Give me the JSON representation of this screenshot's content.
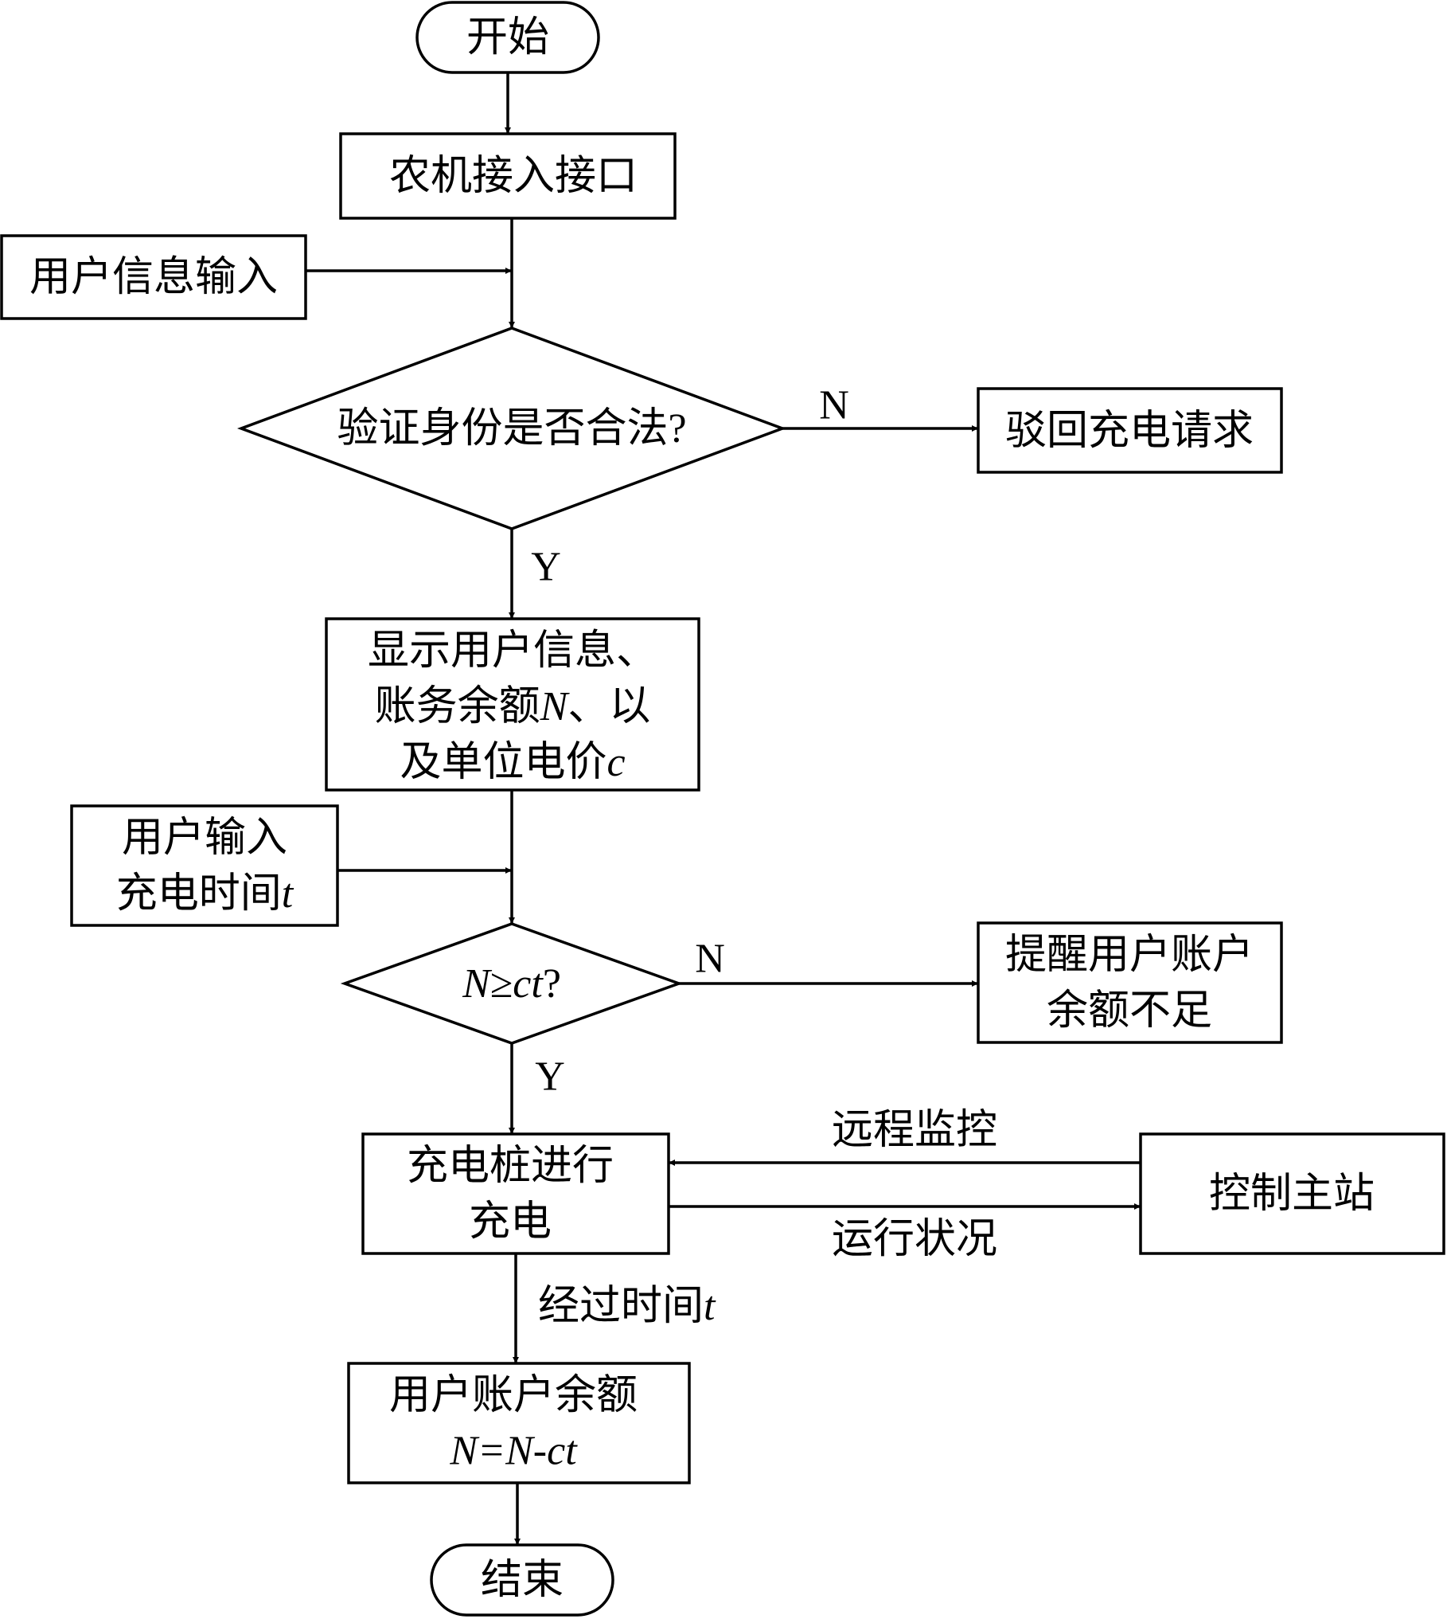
{
  "nodes": {
    "start": "开始",
    "connect": "农机接入接口",
    "user_info_input": "用户信息输入",
    "verify": {
      "text": "验证身份是否合法",
      "q": "?"
    },
    "reject": "驳回充电请求",
    "display": {
      "line1": "显示用户信息、",
      "line2_prefix": "账务余额",
      "line2_var": "N",
      "line2_suffix": "、以",
      "line3_prefix": "及单位电价",
      "line3_var": "c"
    },
    "input_time": {
      "line1": "用户输入",
      "line2_prefix": "充电时间",
      "line2_var": "t"
    },
    "balance_check": {
      "n": "N",
      "ge": "≥",
      "ct": "ct",
      "q": "?"
    },
    "insufficient": {
      "line1": "提醒用户账户",
      "line2": "余额不足"
    },
    "charging": {
      "line1": "充电桩进行",
      "line2": "充电"
    },
    "control_station": "控制主站",
    "update_balance": {
      "line1": "用户账户余额",
      "formula": "N=N-ct"
    },
    "end": "结束"
  },
  "edge_labels": {
    "verify_no": "N",
    "verify_yes": "Y",
    "balance_no": "N",
    "balance_yes": "Y",
    "remote_monitor": "远程监控",
    "run_status": "运行状况",
    "elapsed_prefix": "经过时间",
    "elapsed_var": "t"
  }
}
